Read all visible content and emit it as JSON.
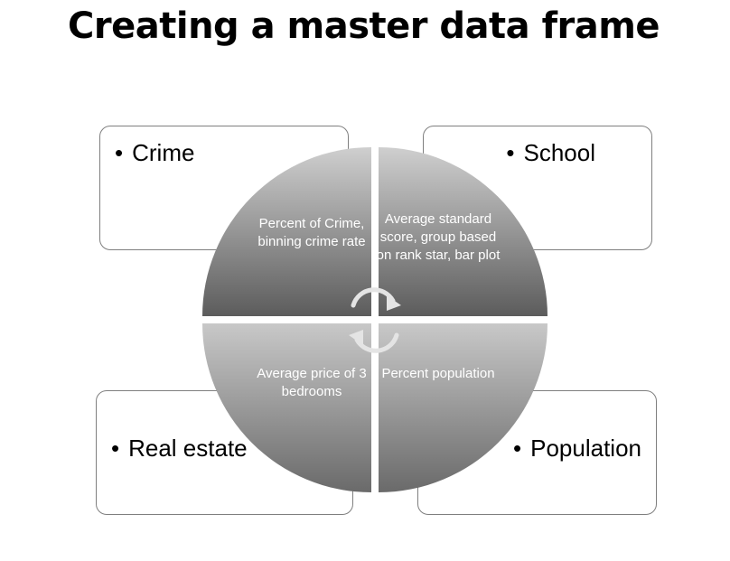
{
  "slide": {
    "title": "Creating a master data frame"
  },
  "boxes": {
    "crime": "Crime",
    "school": "School",
    "real_estate": "Real estate",
    "population": "Population",
    "bullet": "•"
  },
  "quadrants": {
    "top_left": "Percent of Crime, binning crime rate",
    "top_right": "Average standard score, group based on rank star, bar plot",
    "bottom_left": "Average price of 3 bedrooms",
    "bottom_right": "Percent population"
  },
  "colors": {
    "quadrant_top": "#c9c9c9",
    "quadrant_bottom": "#5e5e5e",
    "arrow": "#e6e6e6"
  }
}
